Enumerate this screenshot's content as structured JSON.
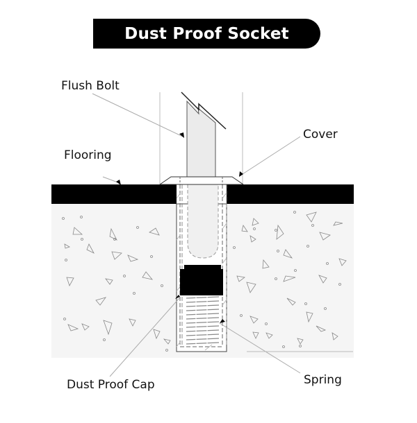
{
  "title": "Dust Proof Socket",
  "labels": {
    "flush_bolt": "Flush Bolt",
    "cover": "Cover",
    "flooring": "Flooring",
    "dust_proof_cap": "Dust Proof Cap",
    "spring": "Spring"
  },
  "colors": {
    "banner": "#000000",
    "flooring": "#000000",
    "concrete": "#f5f5f5",
    "bolt_fill": "#ebebeb",
    "leader_line": "#aaaaaa"
  }
}
